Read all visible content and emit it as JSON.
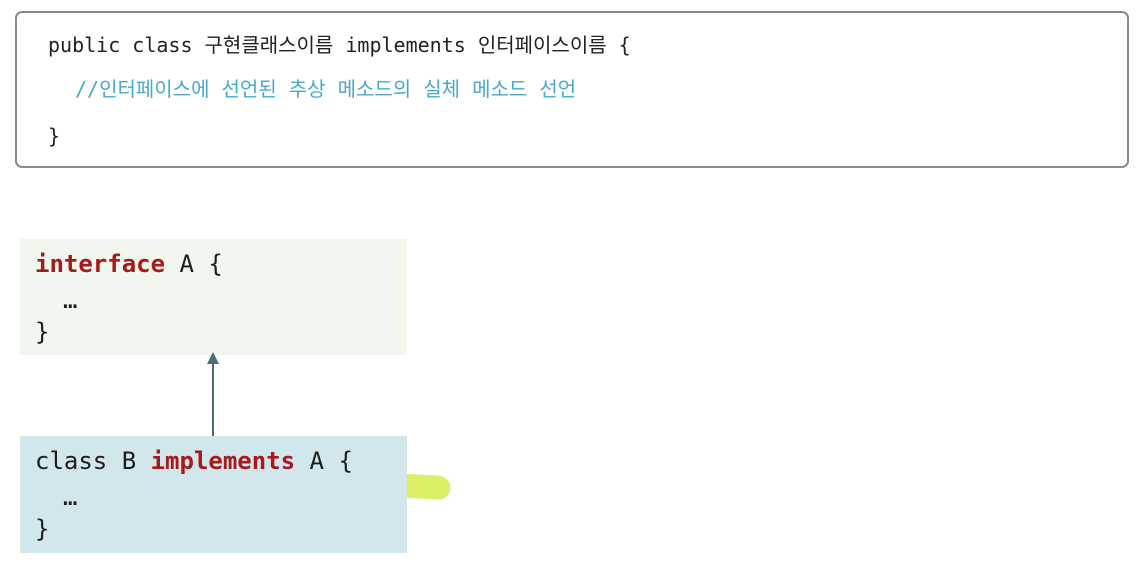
{
  "syntax": {
    "line1": "public class 구현클래스이름 implements 인터페이스이름 {",
    "line2": "//인터페이스에 선언된 추상 메소드의 실체 메소드 선언",
    "line3": "}"
  },
  "interface_block": {
    "keyword": "interface",
    "rest": " A {",
    "body": "…",
    "close": "}"
  },
  "class_block": {
    "prefix": "class B ",
    "keyword": "implements",
    "rest": " A {",
    "body": "…",
    "close": "}"
  },
  "colors": {
    "keyword": "#a8191c",
    "comment": "#4aa9c7",
    "interface_bg": "#f1f7ee",
    "class_bg": "#d2e7ec",
    "arrow": "#4a6b78",
    "highlight": "#d6ec46"
  },
  "icons": {
    "arrow": "up-arrow-icon"
  }
}
